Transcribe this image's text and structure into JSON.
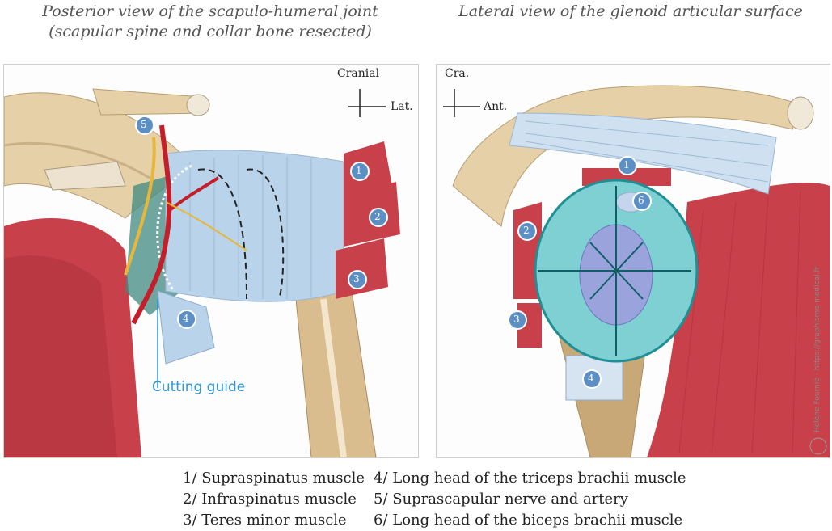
{
  "titles": {
    "left_line1": "Posterior view of  the scapulo-humeral joint",
    "left_line2": "(scapular spine and collar bone resected)",
    "right": "Lateral view of  the glenoid articular surface"
  },
  "left_panel": {
    "axis_vertical": "Cranial",
    "axis_horizontal": "Lat.",
    "cutting_guide": "Cutting guide",
    "markers": [
      "1",
      "2",
      "3",
      "4",
      "5"
    ]
  },
  "right_panel": {
    "axis_vertical": "Cra.",
    "axis_horizontal": "Ant.",
    "markers": [
      "1",
      "2",
      "3",
      "4",
      "6"
    ],
    "credit": "Hélène Fournié - https://graphisme-medical.fr"
  },
  "legend": {
    "col1": [
      "1/ Supraspinatus muscle",
      "2/ Infraspinatus muscle",
      "3/ Teres minor muscle"
    ],
    "col2": [
      "4/ Long head of the triceps brachii muscle",
      "5/ Suprascapular nerve and artery",
      "6/ Long head of the biceps brachii muscle"
    ]
  },
  "colors": {
    "muscle": "#c8404a",
    "bone": "#e6d0a8",
    "capsule": "#b9d3ea",
    "glenoid": "#7fd0d3",
    "marker": "#5c8fc4",
    "cutting_guide": "#2f97d6",
    "artery": "#c21f2a",
    "nerve": "#e8b73a"
  }
}
